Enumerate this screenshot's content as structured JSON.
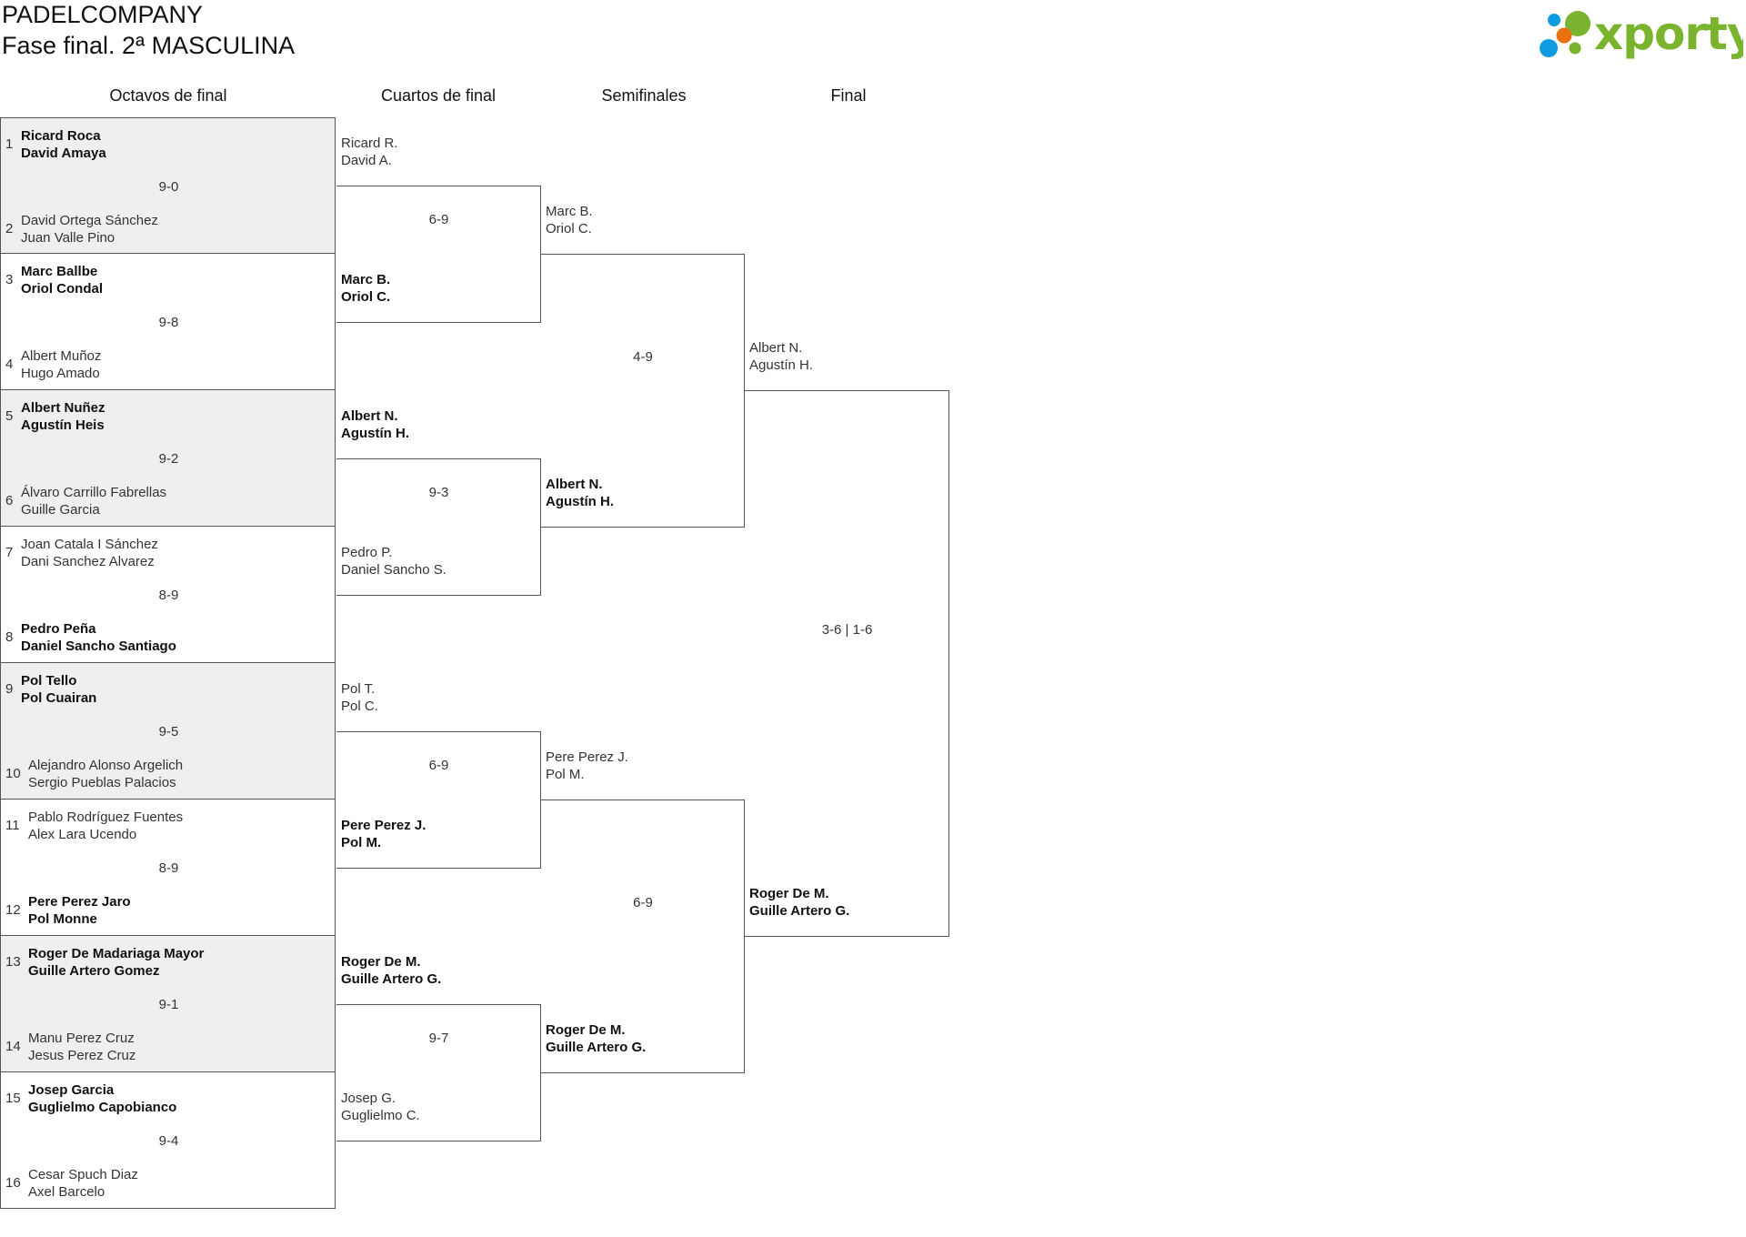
{
  "header": {
    "org": "PADELCOMPANY",
    "title": "Fase final. 2ª MASCULINA"
  },
  "logo": {
    "text": "xporty",
    "colors": {
      "green": "#7ab32e",
      "blue": "#0f9be0",
      "orange": "#e8700f"
    }
  },
  "round_labels": [
    "Octavos de final",
    "Cuartos de final",
    "Semifinales",
    "Final"
  ],
  "r16": [
    {
      "score": "9-0",
      "teams": [
        {
          "seed": "1",
          "players": [
            "Ricard Roca",
            "David Amaya"
          ],
          "winner": true
        },
        {
          "seed": "2",
          "players": [
            "David Ortega Sánchez",
            "Juan Valle Pino"
          ],
          "winner": false
        }
      ]
    },
    {
      "score": "9-8",
      "teams": [
        {
          "seed": "3",
          "players": [
            "Marc Ballbe",
            "Oriol Condal"
          ],
          "winner": true
        },
        {
          "seed": "4",
          "players": [
            "Albert Muñoz",
            "Hugo Amado"
          ],
          "winner": false
        }
      ]
    },
    {
      "score": "9-2",
      "teams": [
        {
          "seed": "5",
          "players": [
            "Albert Nuñez",
            "Agustín Heis"
          ],
          "winner": true
        },
        {
          "seed": "6",
          "players": [
            "Álvaro Carrillo Fabrellas",
            "Guille Garcia"
          ],
          "winner": false
        }
      ]
    },
    {
      "score": "8-9",
      "teams": [
        {
          "seed": "7",
          "players": [
            "Joan Catala I Sánchez",
            "Dani Sanchez Alvarez"
          ],
          "winner": false
        },
        {
          "seed": "8",
          "players": [
            "Pedro Peña",
            "Daniel Sancho Santiago"
          ],
          "winner": true
        }
      ]
    },
    {
      "score": "9-5",
      "teams": [
        {
          "seed": "9",
          "players": [
            "Pol Tello",
            "Pol Cuairan"
          ],
          "winner": true
        },
        {
          "seed": "10",
          "players": [
            "Alejandro Alonso Argelich",
            "Sergio Pueblas Palacios"
          ],
          "winner": false
        }
      ]
    },
    {
      "score": "8-9",
      "teams": [
        {
          "seed": "11",
          "players": [
            "Pablo Rodríguez Fuentes",
            "Alex Lara Ucendo"
          ],
          "winner": false
        },
        {
          "seed": "12",
          "players": [
            "Pere Perez Jaro",
            "Pol Monne"
          ],
          "winner": true
        }
      ]
    },
    {
      "score": "9-1",
      "teams": [
        {
          "seed": "13",
          "players": [
            "Roger De Madariaga Mayor",
            "Guille Artero Gomez"
          ],
          "winner": true
        },
        {
          "seed": "14",
          "players": [
            "Manu Perez Cruz",
            "Jesus Perez Cruz"
          ],
          "winner": false
        }
      ]
    },
    {
      "score": "9-4",
      "teams": [
        {
          "seed": "15",
          "players": [
            "Josep Garcia",
            "Guglielmo Capobianco"
          ],
          "winner": true
        },
        {
          "seed": "16",
          "players": [
            "Cesar Spuch Diaz",
            "Axel Barcelo"
          ],
          "winner": false
        }
      ]
    }
  ],
  "qf": [
    {
      "score": "6-9",
      "teams": [
        {
          "players": [
            "Ricard R.",
            "David A."
          ],
          "winner": false
        },
        {
          "players": [
            "Marc B.",
            "Oriol C."
          ],
          "winner": true
        }
      ]
    },
    {
      "score": "9-3",
      "teams": [
        {
          "players": [
            "Albert N.",
            "Agustín H."
          ],
          "winner": true
        },
        {
          "players": [
            "Pedro P.",
            "Daniel Sancho S."
          ],
          "winner": false
        }
      ]
    },
    {
      "score": "6-9",
      "teams": [
        {
          "players": [
            "Pol T.",
            "Pol C."
          ],
          "winner": false
        },
        {
          "players": [
            "Pere Perez J.",
            "Pol M."
          ],
          "winner": true
        }
      ]
    },
    {
      "score": "9-7",
      "teams": [
        {
          "players": [
            "Roger De M.",
            "Guille Artero G."
          ],
          "winner": true
        },
        {
          "players": [
            "Josep G.",
            "Guglielmo C."
          ],
          "winner": false
        }
      ]
    }
  ],
  "sf": [
    {
      "score": "4-9",
      "teams": [
        {
          "players": [
            "Marc B.",
            "Oriol C."
          ],
          "winner": false
        },
        {
          "players": [
            "Albert N.",
            "Agustín H."
          ],
          "winner": true
        }
      ]
    },
    {
      "score": "6-9",
      "teams": [
        {
          "players": [
            "Pere Perez J.",
            "Pol M."
          ],
          "winner": false
        },
        {
          "players": [
            "Roger De M.",
            "Guille Artero G."
          ],
          "winner": true
        }
      ]
    }
  ],
  "final": [
    {
      "score": "3-6 | 1-6",
      "teams": [
        {
          "players": [
            "Albert N.",
            "Agustín H."
          ],
          "winner": false
        },
        {
          "players": [
            "Roger De M.",
            "Guille Artero G."
          ],
          "winner": true
        }
      ]
    }
  ]
}
